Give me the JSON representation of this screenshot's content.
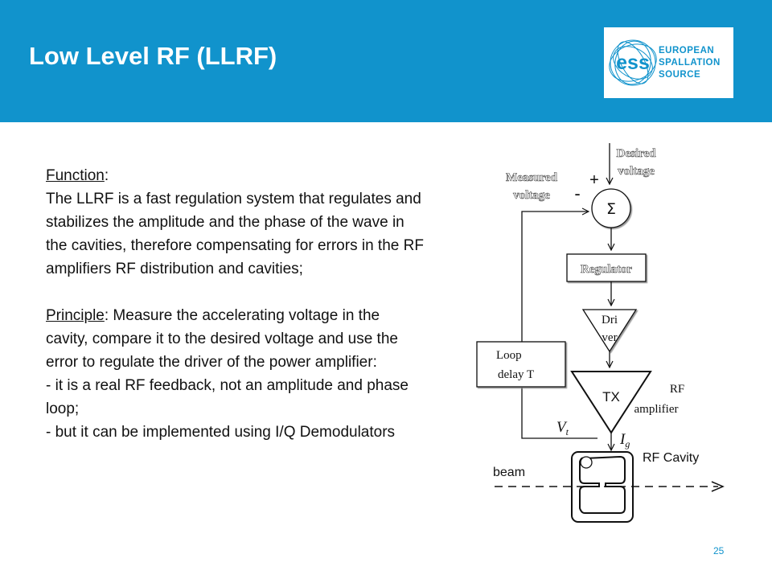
{
  "slide": {
    "title": "Low Level RF (LLRF)",
    "page_number": "25"
  },
  "logo": {
    "mark": "ess",
    "line1": "EUROPEAN",
    "line2": "SPALLATION",
    "line3": "SOURCE"
  },
  "body": {
    "function_heading": "Function",
    "function_colon": ":",
    "function_text": "The LLRF is a fast regulation system that regulates and stabilizes the amplitude and the phase of the wave in the cavities, therefore compensating for errors in the RF amplifiers RF distribution and cavities;",
    "principle_heading": "Principle",
    "principle_text": ": Measure the accelerating voltage in the cavity, compare it to the desired voltage and use the error to regulate the driver of the power amplifier:",
    "bullet1": "- it is a real RF feedback, not an amplitude and phase loop;",
    "bullet2": "- but it can be implemented using I/Q Demodulators"
  },
  "diagram": {
    "desired_line1": "Desired",
    "desired_line2": "voltage",
    "measured_line1": "Measured",
    "measured_line2": "voltage",
    "plus": "+",
    "minus": "-",
    "sum": "Σ",
    "regulator": "Regulator",
    "driver_line1": "Dri",
    "driver_line2": "ver",
    "loop_line1": "Loop",
    "loop_line2": "delay  T",
    "tx": "TX",
    "rf_line1": "RF",
    "rf_line2": "amplifier",
    "vt": "V",
    "vt_sub": "t",
    "ig": "I",
    "ig_sub": "g",
    "rf_cavity": "RF Cavity",
    "beam": "beam"
  },
  "colors": {
    "brand_blue": "#1193cc",
    "text": "#111111",
    "white": "#ffffff"
  }
}
